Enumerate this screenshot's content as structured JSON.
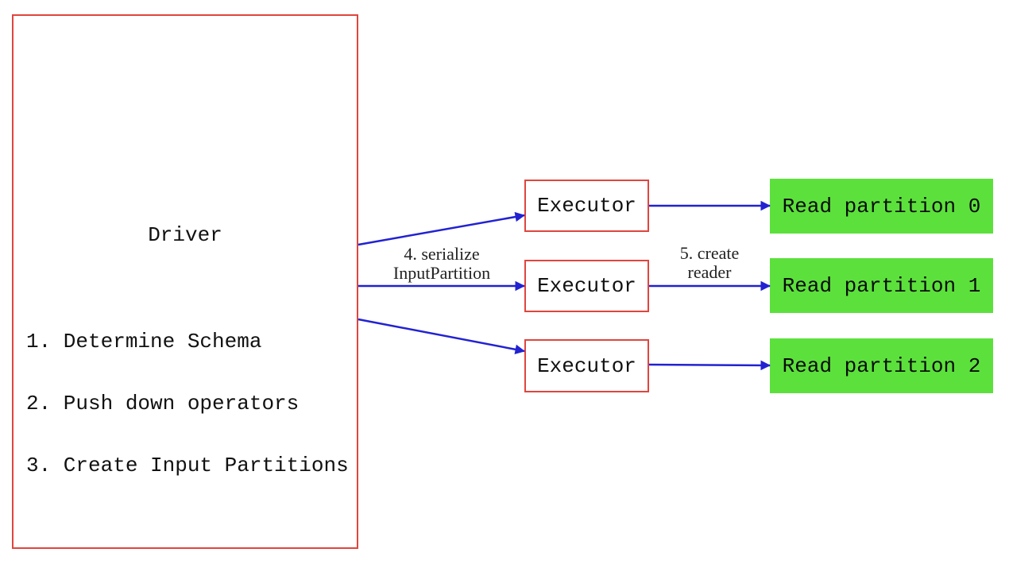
{
  "colors": {
    "background": "#ffffff",
    "box_border_red": "#e0453e",
    "arrow_blue": "#2222d2",
    "partition_green": "#5ce13c",
    "text_black": "#111111"
  },
  "driver": {
    "title": "Driver",
    "steps": [
      "1. Determine Schema",
      "2. Push down operators",
      "3. Create Input Partitions"
    ]
  },
  "executors": [
    {
      "label": "Executor"
    },
    {
      "label": "Executor"
    },
    {
      "label": "Executor"
    }
  ],
  "partitions": [
    {
      "label": "Read partition 0"
    },
    {
      "label": "Read partition 1"
    },
    {
      "label": "Read partition 2"
    }
  ],
  "arrow_labels": {
    "serialize": {
      "line1": "4. serialize",
      "line2": "InputPartition"
    },
    "create_reader": {
      "line1": "5. create",
      "line2": "reader"
    }
  }
}
